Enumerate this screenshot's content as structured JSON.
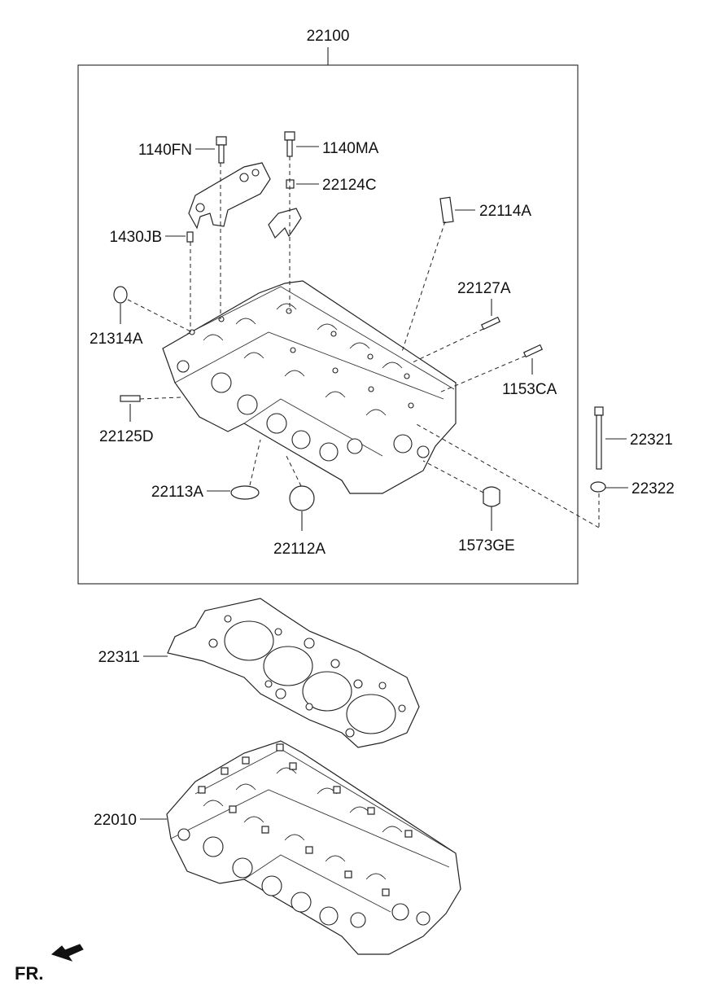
{
  "diagram": {
    "assembly_label": "22100",
    "parts": {
      "bolt_1140FN": "1140FN",
      "bolt_1140MA": "1140MA",
      "sleeve_22124C": "22124C",
      "guide_22114A": "22114A",
      "pin_1430JB": "1430JB",
      "stud_22127A": "22127A",
      "plug_21314A": "21314A",
      "stud_1153CA": "1153CA",
      "stud_22125D": "22125D",
      "bolt_22321": "22321",
      "washer_22322": "22322",
      "seal_22113A": "22113A",
      "seal_22112A": "22112A",
      "seal_1573GE": "1573GE",
      "gasket_22311": "22311",
      "head_assy_22010": "22010"
    },
    "front_marker": "FR."
  }
}
